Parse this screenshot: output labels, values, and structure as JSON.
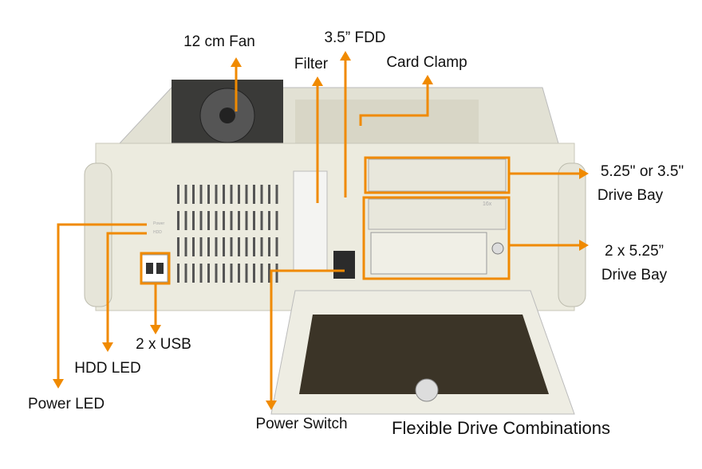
{
  "labels": {
    "fan": "12 cm Fan",
    "fdd": "3.5” FDD",
    "filter": "Filter",
    "card_clamp": "Card Clamp",
    "bay1_line1": "5.25\" or 3.5\"",
    "bay1_line2": "Drive Bay",
    "bay2_line1": "2 x 5.25”",
    "bay2_line2": "Drive Bay",
    "usb": "2 x USB",
    "hdd_led": "HDD LED",
    "power_led": "Power LED",
    "power_switch": "Power Switch",
    "caption": "Flexible Drive Combinations"
  },
  "panel_text": {
    "power": "Power",
    "hdd": "HDD",
    "cd": "16x"
  },
  "colors": {
    "accent": "#f08a00",
    "chassis": "#ecebdf",
    "dark": "#3b3427"
  }
}
